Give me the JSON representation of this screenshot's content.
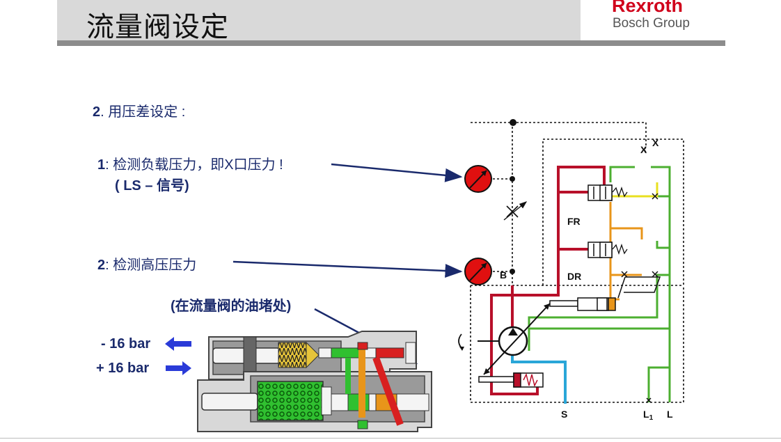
{
  "header": {
    "title": "流量阀设定",
    "logo_brand": "Rexroth",
    "logo_sub": "Bosch Group"
  },
  "content": {
    "heading_num": "2",
    "heading_text": ". 用压差设定 :",
    "item1_num": "1",
    "item1_text": ": 检测负载压力，即X口压力 !",
    "item1_sub": "( LS – 信号)",
    "item2_num": "2",
    "item2_text": ": 检测高压压力",
    "note": "(在流量阀的油堵处)",
    "minus_label": "- 16 bar",
    "plus_label": "+ 16 bar"
  },
  "diagram": {
    "port_x_outer": "X",
    "port_x_inner": "X",
    "label_fr": "FR",
    "label_dr": "DR",
    "label_b": "B",
    "port_s": "S",
    "port_l1": "L",
    "port_l1_sub": "1",
    "port_l": "L"
  },
  "colors": {
    "text_navy": "#1a2a6c",
    "brand_red": "#d0021b",
    "line_red": "#c0102a",
    "line_green": "#4caf30",
    "line_yellow": "#e8e020",
    "line_orange": "#e8951a",
    "line_blue": "#2aa6d8",
    "arrow_blue": "#2a3bd8",
    "gauge_red": "#e01010"
  }
}
